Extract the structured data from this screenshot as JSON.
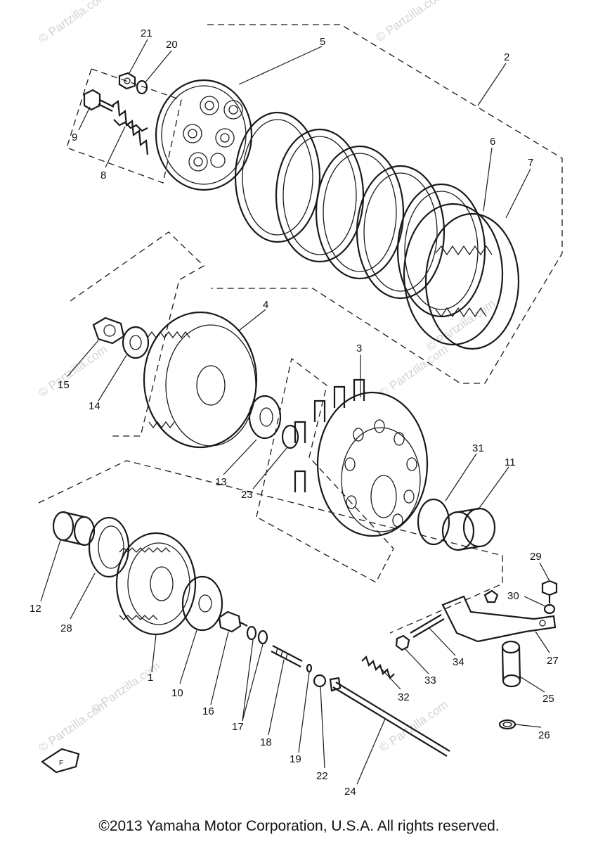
{
  "watermarks": [
    "© Partzilla.com",
    "© Partzilla.com",
    "© Partzilla.com",
    "© Partzilla.com",
    "© Partzilla.com",
    "© Partzilla.com",
    "© Partzilla.com",
    "© Partzilla.com"
  ],
  "callouts": [
    "21",
    "20",
    "5",
    "2",
    "9",
    "8",
    "6",
    "7",
    "4",
    "15",
    "14",
    "3",
    "13",
    "23",
    "31",
    "11",
    "29",
    "30",
    "12",
    "28",
    "1",
    "10",
    "16",
    "17",
    "18",
    "19",
    "22",
    "24",
    "32",
    "33",
    "34",
    "27",
    "25",
    "26"
  ],
  "copyright": "©2013 Yamaha Motor Corporation, U.S.A. All rights reserved."
}
